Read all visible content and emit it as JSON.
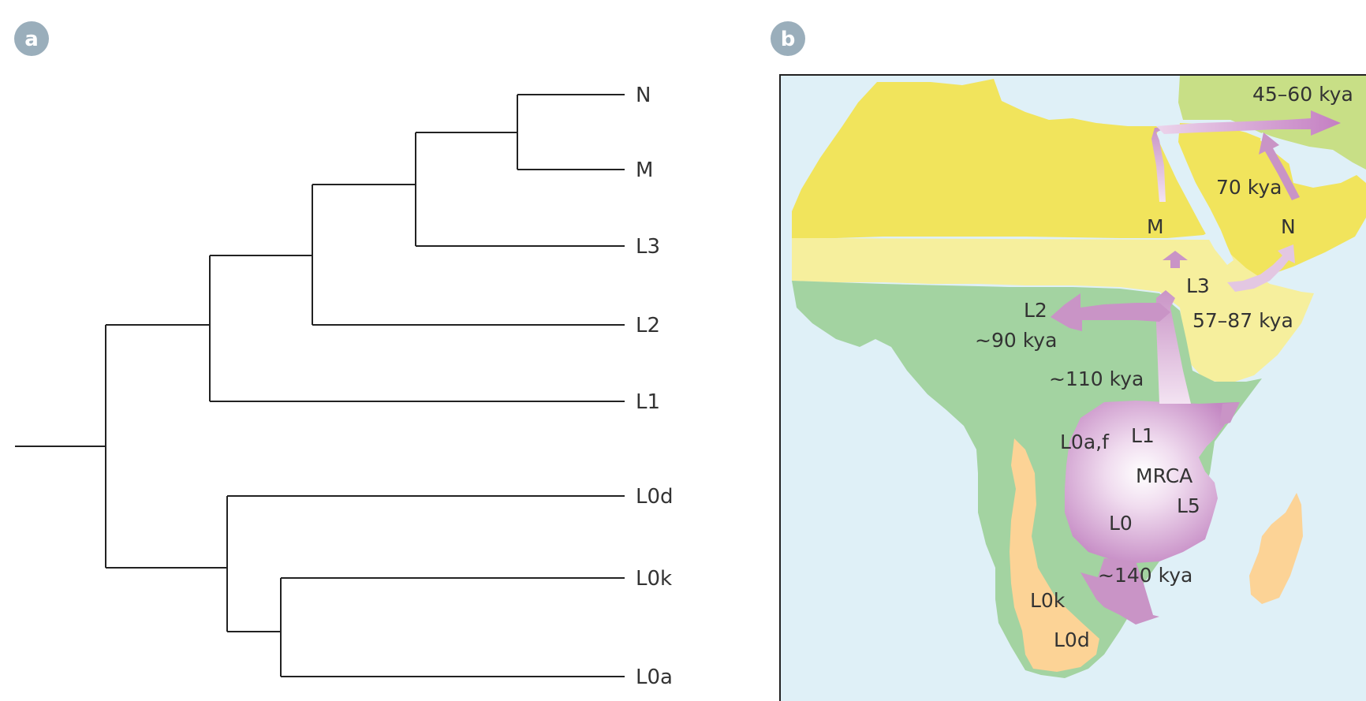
{
  "panels": {
    "a": "a",
    "b": "b"
  },
  "tree": {
    "leaves": [
      "N",
      "M",
      "L3",
      "L2",
      "L1",
      "L0d",
      "L0k",
      "L0a"
    ]
  },
  "map": {
    "labels": {
      "kya_45_60": "45–60 kya",
      "kya_70": "70 kya",
      "M": "M",
      "N": "N",
      "L3": "L3",
      "kya_57_87": "57–87 kya",
      "L2": "L2",
      "kya_90": "~90 kya",
      "kya_110": "~110 kya",
      "L0af": "L0a,f",
      "L1": "L1",
      "MRCA": "MRCA",
      "L5": "L5",
      "L0": "L0",
      "kya_140": "~140 kya",
      "L0k": "L0k",
      "L0d": "L0d"
    },
    "colors": {
      "ocean": "#dff0f7",
      "north_yellow": "#f1e45c",
      "sahel_pale": "#f6ef9d",
      "central_green": "#a3d3a1",
      "southwest_orange": "#fcd396",
      "asia_green": "#c8df86",
      "migration_purple": "#c994c6"
    }
  }
}
